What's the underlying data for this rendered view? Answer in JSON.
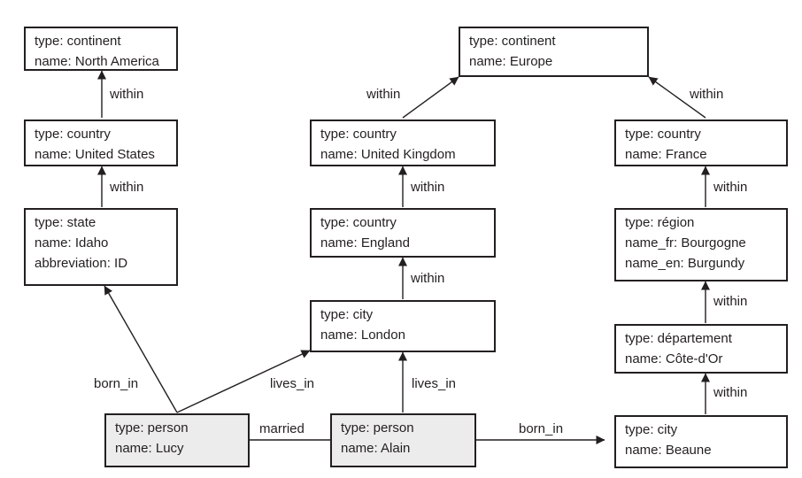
{
  "nodes": {
    "north_america": {
      "lines": [
        "type: continent",
        "name: North America"
      ]
    },
    "us": {
      "lines": [
        "type: country",
        "name: United States"
      ]
    },
    "idaho": {
      "lines": [
        "type: state",
        "name: Idaho",
        "abbreviation: ID"
      ]
    },
    "europe": {
      "lines": [
        "type: continent",
        "name: Europe"
      ]
    },
    "uk": {
      "lines": [
        "type: country",
        "name: United Kingdom"
      ]
    },
    "england": {
      "lines": [
        "type: country",
        "name: England"
      ]
    },
    "london": {
      "lines": [
        "type: city",
        "name: London"
      ]
    },
    "france": {
      "lines": [
        "type: country",
        "name: France"
      ]
    },
    "bourgogne": {
      "lines": [
        "type: région",
        "name_fr: Bourgogne",
        "name_en: Burgundy"
      ]
    },
    "cote_dor": {
      "lines": [
        "type: département",
        "name: Côte-d'Or"
      ]
    },
    "beaune": {
      "lines": [
        "type: city",
        "name: Beaune"
      ]
    },
    "lucy": {
      "lines": [
        "type: person",
        "name: Lucy"
      ]
    },
    "alain": {
      "lines": [
        "type: person",
        "name: Alain"
      ]
    }
  },
  "edges": {
    "us_within_na": "within",
    "idaho_within_us": "within",
    "uk_within_europe": "within",
    "france_within_europe": "within",
    "england_within_uk": "within",
    "london_within_england": "within",
    "bourgogne_within_france": "within",
    "cotedor_within_bourgogne": "within",
    "beaune_within_cotedor": "within",
    "lucy_born_in_idaho": "born_in",
    "lucy_lives_in_london": "lives_in",
    "alain_lives_in_london": "lives_in",
    "lucy_married_alain": "married",
    "alain_born_in_beaune": "born_in"
  }
}
